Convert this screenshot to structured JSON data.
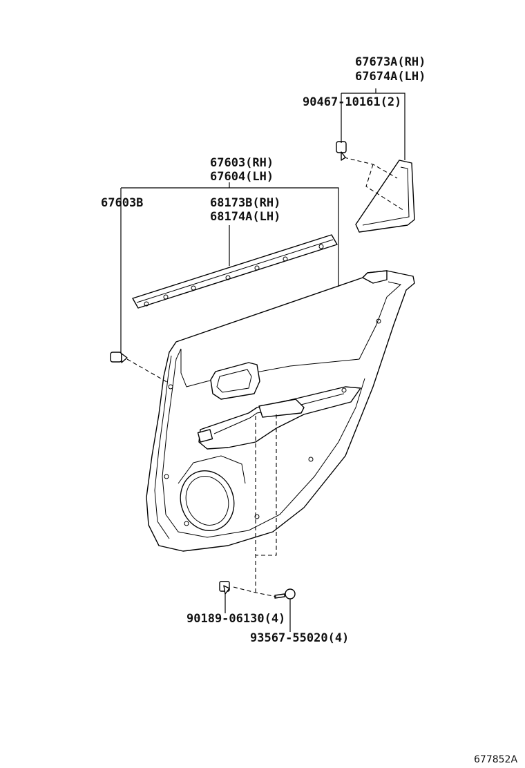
{
  "labels": {
    "garnish_rh": "67673A(RH)",
    "garnish_lh": "67674A(LH)",
    "screw_garnish": "90467-10161(2)",
    "panel_rh": "67603(RH)",
    "panel_lh": "67604(LH)",
    "panel_sub": "67603B",
    "weatherstrip_rh": "68173B(RH)",
    "weatherstrip_lh": "68174A(LH)",
    "screw_lower_left": "90189-06130(4)",
    "screw_lower_right": "93567-55020(4)",
    "figure_number": "677852A"
  }
}
